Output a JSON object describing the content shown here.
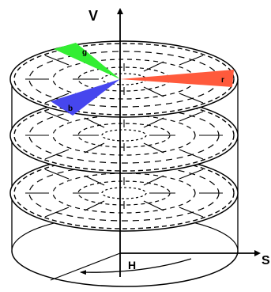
{
  "labels": {
    "v_axis": "V",
    "s_axis": "S",
    "h_label": "H",
    "r": "r",
    "g": "g",
    "b": "b"
  },
  "colors": {
    "red_vector": "#ff5a3c",
    "green_vector": "#33ee33",
    "blue_vector": "#4646ee",
    "line": "#000000",
    "background": "#ffffff"
  },
  "diagram": {
    "shape": "cylinder",
    "disk_count": 3,
    "vectors": [
      "r",
      "g",
      "b"
    ]
  }
}
